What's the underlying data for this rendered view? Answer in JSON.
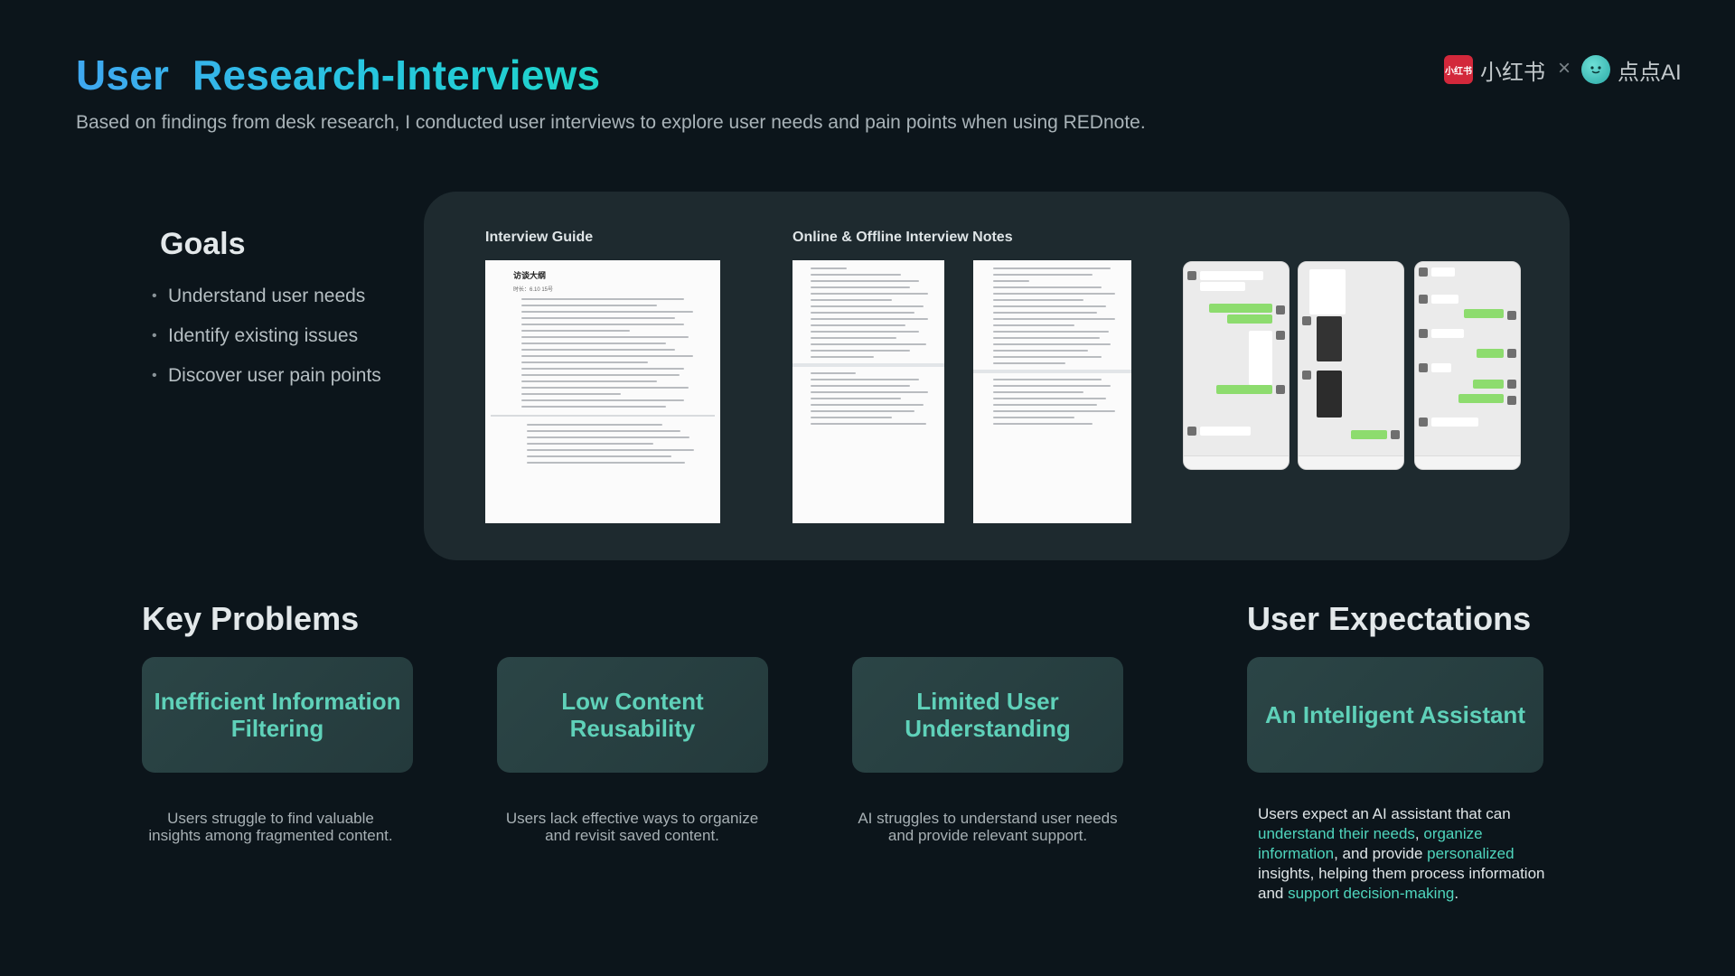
{
  "header": {
    "title": "User  Research-Interviews",
    "subtitle": "Based on findings from desk research, I conducted user interviews to explore user needs and pain points when using REDnote."
  },
  "brands": {
    "xhs_logo_text": "小红书",
    "xhs_name": "小红书",
    "times": "×",
    "ai_name": "点点AI"
  },
  "goals": {
    "title": "Goals",
    "items": [
      "Understand user needs",
      "Identify existing issues",
      "Discover user pain points"
    ]
  },
  "research": {
    "guide_caption": "Interview Guide",
    "guide_doc_title": "访谈大纲",
    "guide_doc_date": "时长：6.10 15号",
    "notes_caption": "Online & Offline Interview Notes"
  },
  "key_problems": {
    "title": "Key Problems",
    "cards": [
      {
        "title": "Inefficient Information Filtering",
        "desc": "Users struggle to find valuable insights among fragmented content."
      },
      {
        "title": "Low Content Reusability",
        "desc": "Users lack effective ways to organize and revisit saved content."
      },
      {
        "title": "Limited User Understanding",
        "desc": "AI struggles to understand user needs and provide relevant support."
      }
    ]
  },
  "user_expectations": {
    "title": "User Expectations",
    "card_title": "An Intelligent Assistant",
    "desc_parts": [
      "Users expect an AI assistant that can ",
      "understand their needs",
      ", ",
      "organize information",
      ", and provide ",
      "personalized",
      " insights, helping them process information and ",
      "support decision-making",
      "."
    ]
  },
  "colors": {
    "background": "#0c151b",
    "panel": "#1e2a2f",
    "accent": "#4fd6bd",
    "title_gradient_start": "#3fa7f0",
    "title_gradient_end": "#1ed4c8"
  }
}
